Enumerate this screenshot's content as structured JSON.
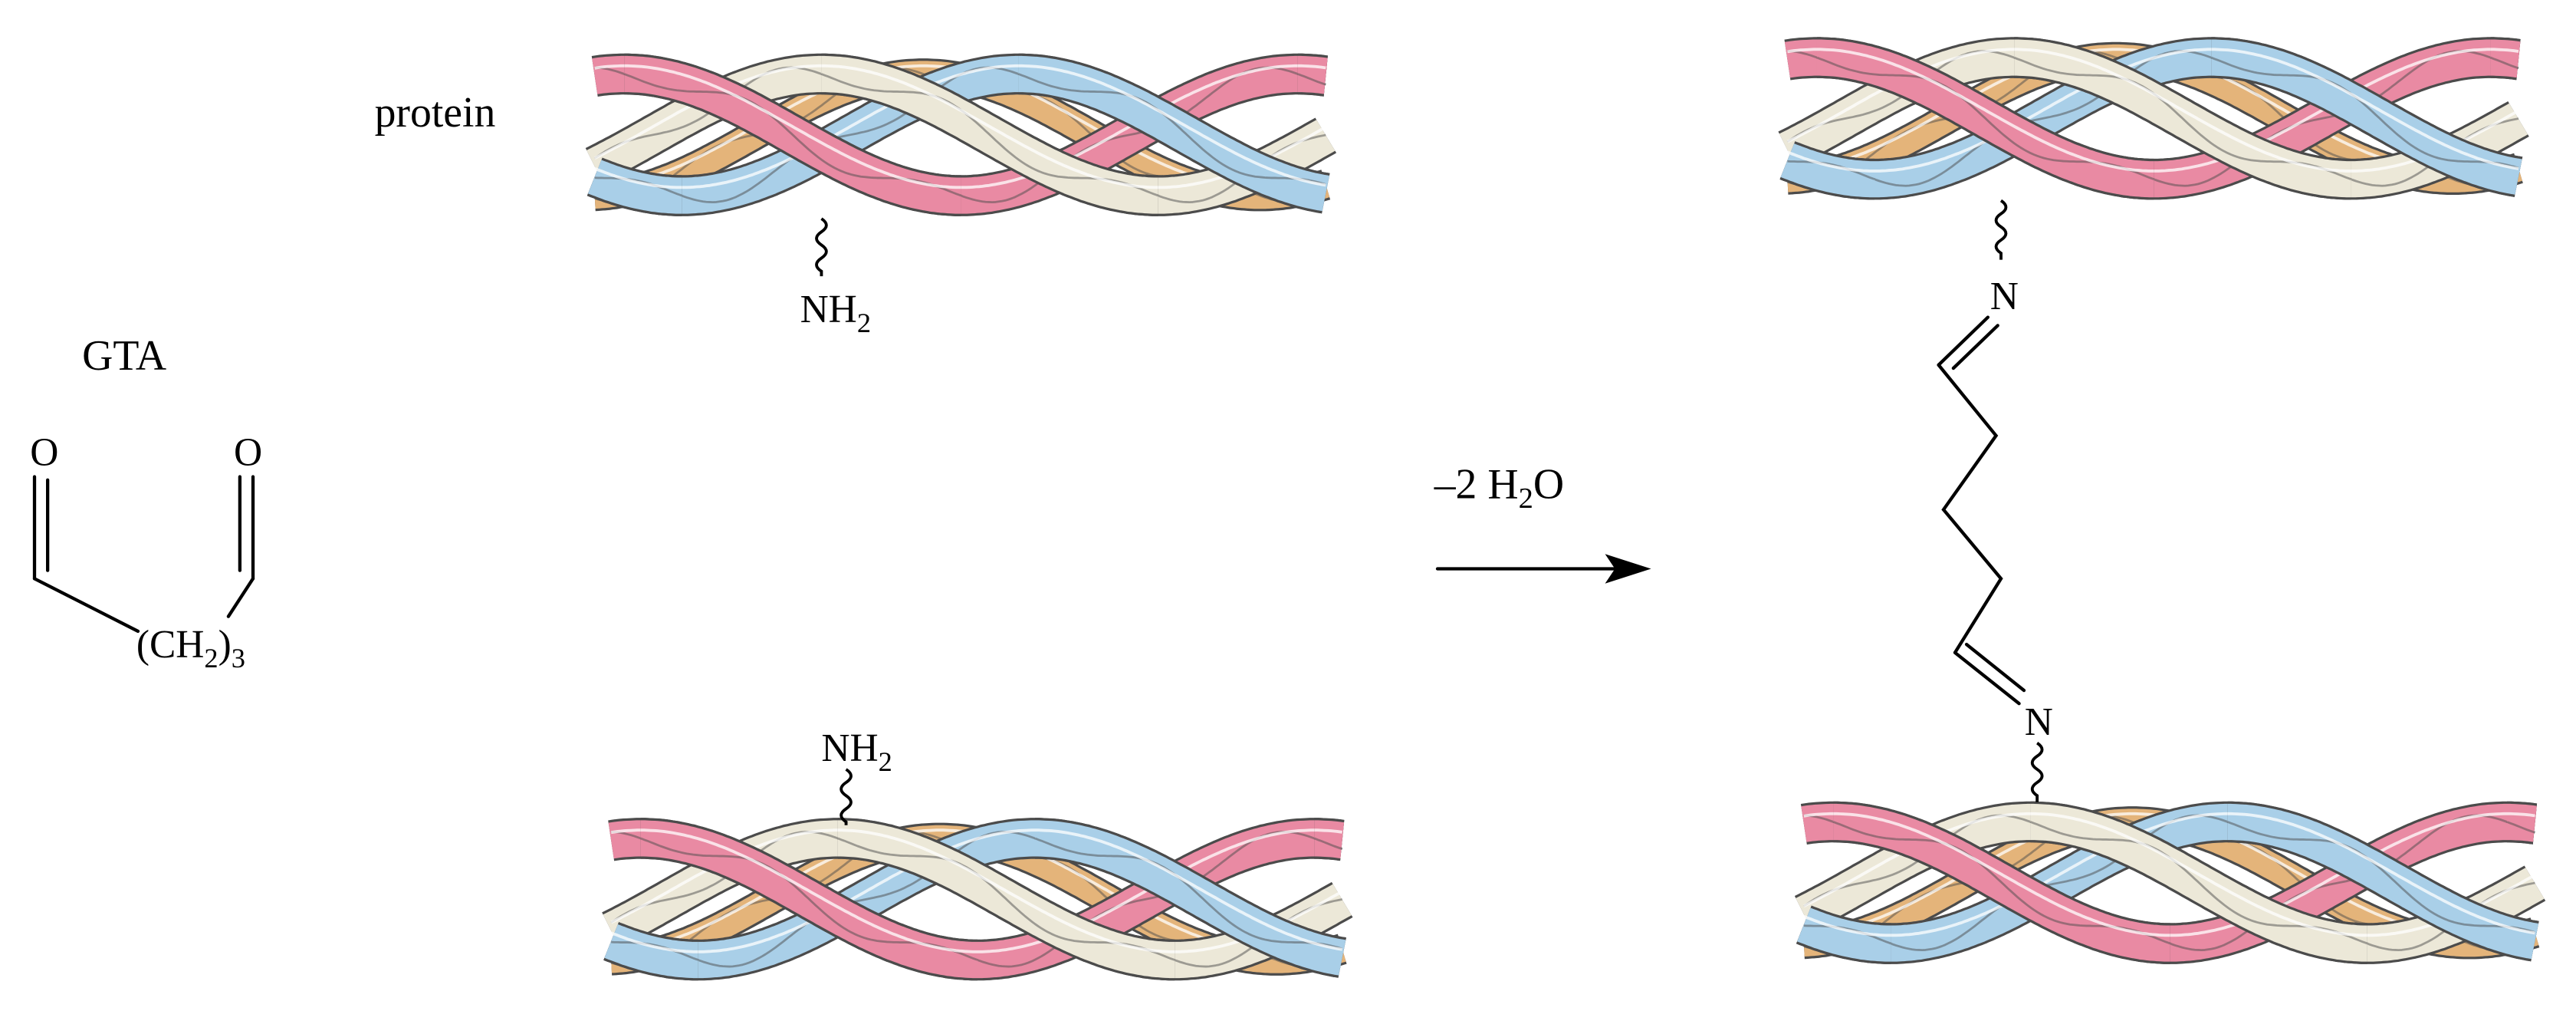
{
  "labels": {
    "protein": "protein",
    "gta": "GTA",
    "oxygen_left": "O",
    "oxygen_right": "O",
    "linker": {
      "open": "(CH",
      "sub_a": "2",
      "close": ")",
      "sub_b": "3"
    },
    "amine_top": {
      "main": "NH",
      "sub": "2"
    },
    "amine_bottom": {
      "main": "NH",
      "sub": "2"
    },
    "condition": {
      "pre": "–2 H",
      "sub": "2",
      "post": "O"
    },
    "imine_top": "N",
    "imine_bottom": "N"
  },
  "colors": {
    "strand_pink": "#e98aa3",
    "strand_beige": "#ece8d8",
    "strand_blue": "#a9cfe8",
    "strand_tan": "#e4b47a",
    "outline": "#4b4b4b",
    "line": "#000000"
  }
}
